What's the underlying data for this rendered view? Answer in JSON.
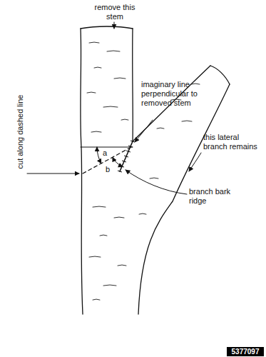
{
  "diagram": {
    "labels": [
      "remove this stem",
      "imaginary line perpendicular to removed stem",
      "cut along dashed line",
      "a",
      "b",
      "this lateral branch remains",
      "branch bark ridge",
      "5377097"
    ]
  }
}
